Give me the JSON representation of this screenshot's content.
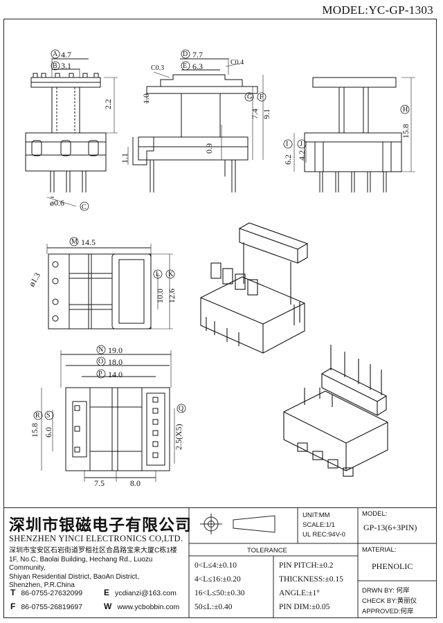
{
  "header": {
    "model_title": "MODEL:YC-GP-1303"
  },
  "dims": {
    "A": "4.7",
    "B": "3.1",
    "v22": "2.2",
    "C": "ø0.6",
    "D": "7.7",
    "E": "6.3",
    "c03": "C0.3",
    "c04": "C0.4",
    "v10": "1.0",
    "v11": "1.1",
    "v09": "0.9",
    "G": "7.4",
    "F": "9.1",
    "H": "15.8",
    "I": "6.2",
    "J": "4.2",
    "M": "14.5",
    "phi13": "ø1.3",
    "L": "10.0",
    "K": "12.6",
    "N": "19.0",
    "O": "18.0",
    "P": "14.0",
    "R": "15.8",
    "S": "6.0",
    "Q": "2.5(X5)",
    "b75": "7.5",
    "b80": "8.0"
  },
  "title_block": {
    "company_cn": "深圳市银磁电子有限公司",
    "company_en": "SHENZHEN YINCI ELECTRONICS CO,LTD.",
    "address": [
      "深圳市宝安区石岩街道罗租社区合昌路宝来大厦C栋1楼",
      "1F, No.C, Baolai Building, Hechang Rd., Luozu Community,",
      "Shiyan Residential District, BaoAn District,",
      "Shenzhen, P.R.China"
    ],
    "tel_label": "T",
    "tel": "86-0755-27632099",
    "fax_label": "F",
    "fax": "86-0755-26819697",
    "email_label": "E",
    "email": "ycdianzi@163.com",
    "web_label": "W",
    "web": "www.ycbobbin.com",
    "unit": "UNIT:MM",
    "scale": "SCALE:1/1",
    "ul": "UL REC:94V-0",
    "tolerance_title": "TOLERANCE",
    "tol_left": [
      "0<L≤4:±0.10",
      "4<L≤16:±0.20",
      "16<L≤50:±0.30",
      "50≤L:±0.40"
    ],
    "tol_right": [
      "PIN PITCH:±0.2",
      "THICKNESS:±0.15",
      "ANGLE:±1°",
      "PIN DIM:±0.05"
    ],
    "model_label": "MODEL:",
    "model_value": "GP-13(6+3PIN)",
    "material_label": "MATERIAL:",
    "material_value": "PHENOLIC",
    "drawn": "DRWN BY: 何岸",
    "check": "CHECK BY:黄丽仪",
    "approved": "APPROVED:何岸"
  }
}
